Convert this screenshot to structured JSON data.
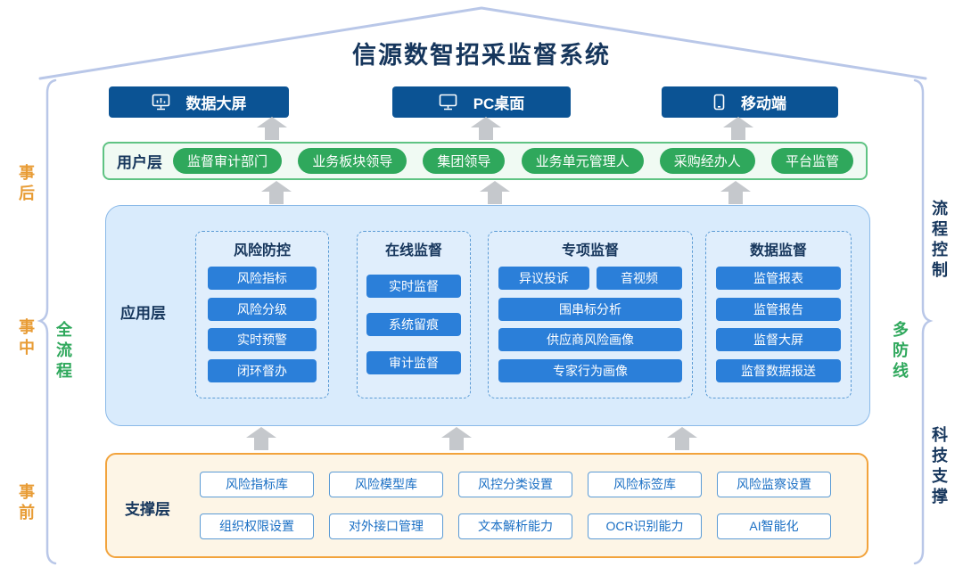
{
  "title": "信源数智招采监督系统",
  "side_labels": {
    "stage_after": "事后",
    "stage_during": "事中",
    "stage_before": "事前",
    "full_process": "全流程",
    "process_control": "流程控制",
    "multi_defense": "多防线",
    "tech_support": "科技支撑"
  },
  "terminals": [
    {
      "label": "数据大屏",
      "icon": "dashboard-screen-icon"
    },
    {
      "label": "PC桌面",
      "icon": "pc-desktop-icon"
    },
    {
      "label": "移动端",
      "icon": "mobile-icon"
    }
  ],
  "user_layer": {
    "label": "用户层",
    "roles": [
      "监督审计部门",
      "业务板块领导",
      "集团领导",
      "业务单元管理人",
      "采购经办人",
      "平台监管"
    ]
  },
  "app_layer": {
    "label": "应用层",
    "groups": [
      {
        "title": "风险防控",
        "items": [
          "风险指标",
          "风险分级",
          "实时预警",
          "闭环督办"
        ]
      },
      {
        "title": "在线监督",
        "items": [
          "实时监督",
          "系统留痕",
          "审计监督"
        ]
      },
      {
        "title": "专项监督",
        "top_row": [
          "异议投诉",
          "音视频"
        ],
        "items": [
          "围串标分析",
          "供应商风险画像",
          "专家行为画像"
        ]
      },
      {
        "title": "数据监督",
        "items": [
          "监管报表",
          "监管报告",
          "监督大屏",
          "监督数据报送"
        ]
      }
    ]
  },
  "support_layer": {
    "label": "支撑层",
    "rows": [
      [
        "风险指标库",
        "风险模型库",
        "风控分类设置",
        "风险标签库",
        "风险监察设置"
      ],
      [
        "组织权限设置",
        "对外接口管理",
        "文本解析能力",
        "OCR识别能力",
        "AI智能化"
      ]
    ]
  },
  "colors": {
    "navy_button": "#0b5394",
    "blue_button": "#2b7fd9",
    "green_pill": "#2fa85c",
    "user_layer_border": "#5fc383",
    "app_layer_fill": "#d9ebfc",
    "app_layer_border": "#8ab9e8",
    "support_fill": "#fdf5e6",
    "support_border": "#f2a33c",
    "stage_label_orange": "#e89c35",
    "green_label": "#2fa85c",
    "navy_label": "#16365c",
    "arrow_gray": "#c5c8cc",
    "roof_blue": "#b9c7e8"
  }
}
